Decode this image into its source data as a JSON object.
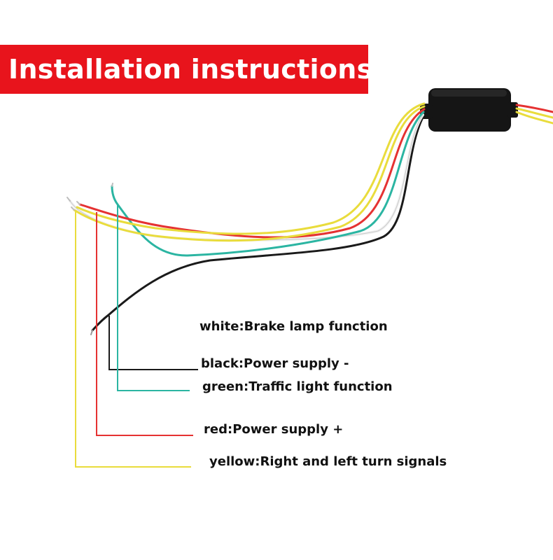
{
  "title": "Installation instructions",
  "colors": {
    "banner": "#e8141c",
    "white_wire": "#f2f2f2",
    "black_wire": "#1a1a1a",
    "green_wire": "#2bb5a2",
    "red_wire": "#e53232",
    "yellow_wire": "#e9dc3c",
    "module_body": "#151515"
  },
  "wires": [
    {
      "color_name": "white",
      "separator": ":",
      "function": "Brake lamp function"
    },
    {
      "color_name": "black",
      "separator": ":",
      "function": "Power supply -"
    },
    {
      "color_name": "green",
      "separator": ":",
      "function": "Traffic light function"
    },
    {
      "color_name": "red",
      "separator": ":",
      "function": "Power supply +"
    },
    {
      "color_name": "yellow",
      "separator": ":",
      "function": "Right and left turn signals"
    }
  ],
  "components": [
    "control-module-icon"
  ]
}
